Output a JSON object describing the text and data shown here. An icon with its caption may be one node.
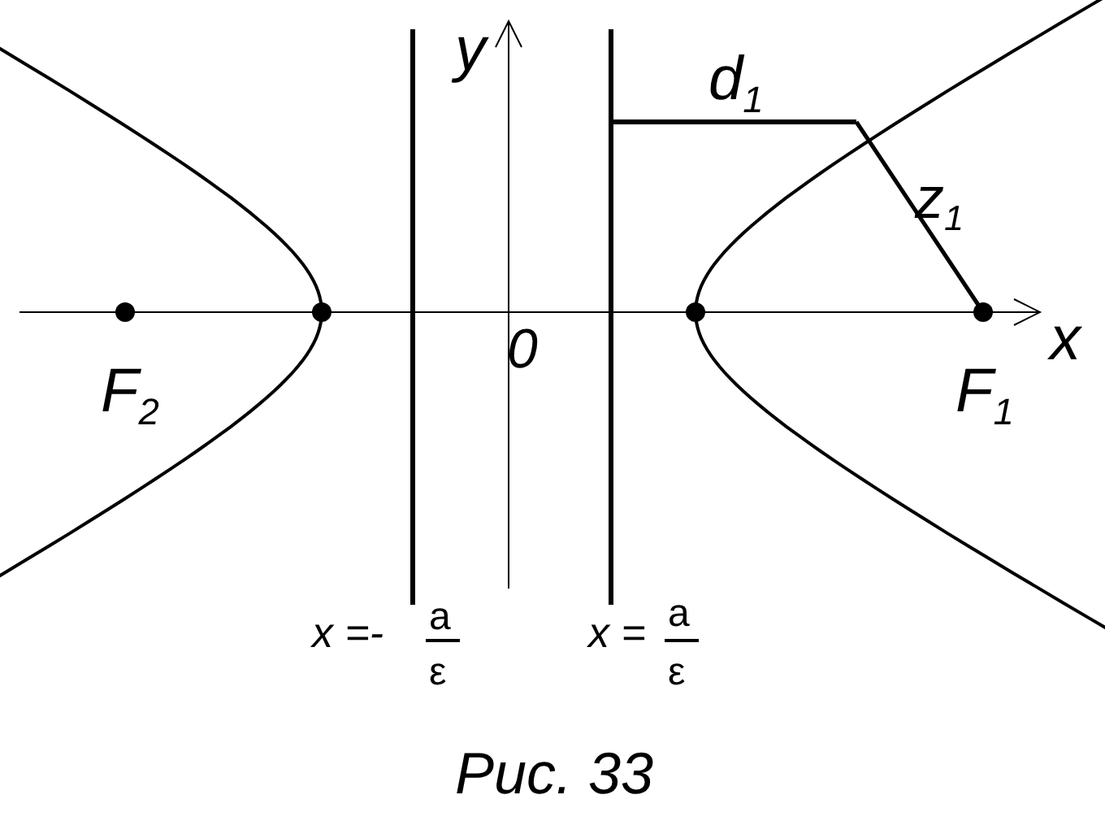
{
  "diagram": {
    "caption": "Рис. 33",
    "labels": [
      "y",
      "d$_{1}$",
      "z$_{1}$",
      "x",
      "0",
      "F$_{2}$",
      "F$_{1}$",
      "x =-",
      "a",
      "ε",
      "x =",
      "a",
      "ε"
    ]
  }
}
